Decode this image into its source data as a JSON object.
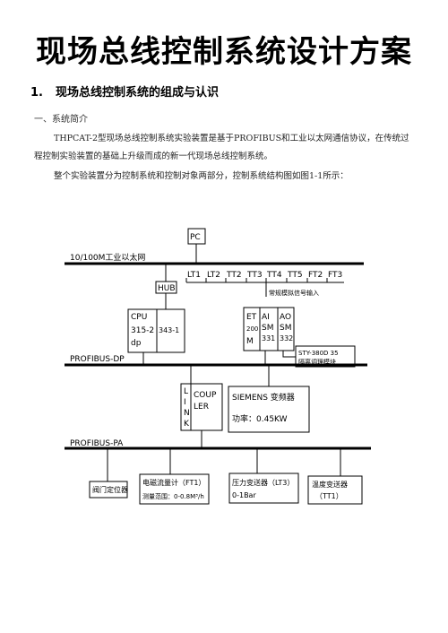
{
  "doc": {
    "title": "现场总线控制系统设计方案",
    "section_num": "1.",
    "section_title": "现场总线控制系统的组成与认识",
    "subsection": "一、系统简介",
    "para1": "THPCAT-2型现场总线控制系统实验装置是基于PROFIBUS和工业以太网通信协议，在传统过程控制实验装置的基础上升级而成的新一代现场总线控制系统。",
    "para2": "整个实验装置分为控制系统和控制对象两部分，控制系统结构图如图1-1所示："
  },
  "diagram": {
    "pc": "PC",
    "ethernet": "10/100M工业以太网",
    "hub": "HUB",
    "signals": [
      "LT1",
      "LT2",
      "TT2",
      "TT3",
      "TT4",
      "TT5",
      "FT2",
      "FT3"
    ],
    "signal_note": "常规模拟信号输入",
    "cpu": [
      "CPU",
      "315-2",
      "dp"
    ],
    "cp": "343-1",
    "et": [
      "ET",
      "200",
      "M"
    ],
    "ai": [
      "AI",
      "SM",
      "331"
    ],
    "ao": [
      "AO",
      "SM",
      "332"
    ],
    "sty_box": [
      "STY-380D 35",
      "隔离调理模块"
    ],
    "dp_bus": "PROFIBUS-DP",
    "link": [
      "L",
      "I",
      "N",
      "K"
    ],
    "coupler": [
      "COUP",
      "LER"
    ],
    "vfd": "SIEMENS 变频器",
    "vfd_power": "功率：0.45KW",
    "pa_bus": "PROFIBUS-PA",
    "dev1": [
      "阀门定位器"
    ],
    "dev2": [
      "电磁流量计（FT1）",
      "测量范围：0-0.8M³/h"
    ],
    "dev3": [
      "压力变送器（LT3）",
      "0-1Bar"
    ],
    "dev4": [
      "温度变送器",
      "（TT1）"
    ]
  }
}
